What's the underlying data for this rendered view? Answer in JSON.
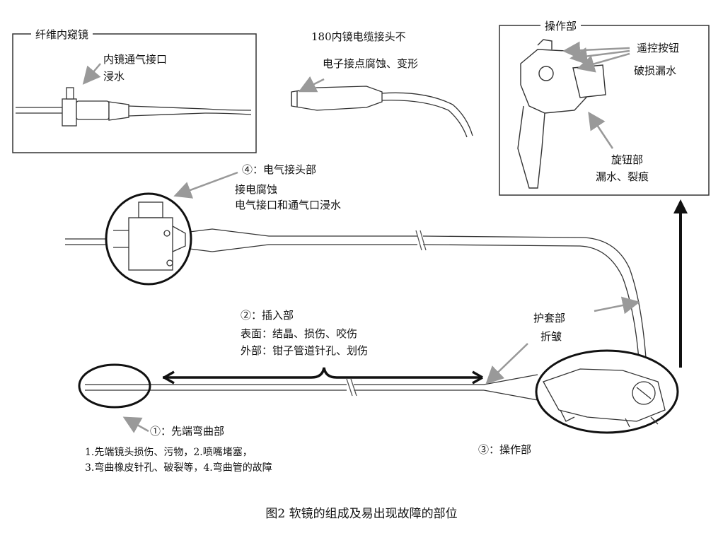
{
  "boxes": {
    "fiber": "纤维内窥镜",
    "operation": "操作部"
  },
  "labels": {
    "fiber_vent_line1": "内镜通气接口",
    "fiber_vent_line2": "浸水",
    "cable_title": "180内镜电缆接头不",
    "cable_sub": "电子接点腐蚀、变形",
    "remote_line1": "遥控按钮",
    "remote_line2": "破损漏水",
    "knob_line1": "旋钮部",
    "knob_line2": "漏水、裂痕",
    "elec_title": "④：电气接头部",
    "elec_line1": "接电腐蚀",
    "elec_line2": "电气接口和通气口浸水",
    "insert_title": "②：插入部",
    "insert_line1": "表面：结晶、损伤、咬伤",
    "insert_line2": "外部：钳子管道针孔、划伤",
    "sheath_line1": "护套部",
    "sheath_line2": "折皱",
    "tip_title": "①：先端弯曲部",
    "tip_line1": "1.先端镜头损伤、污物，2.喷嘴堵塞，",
    "tip_line2": "3.弯曲橡皮针孔、破裂等，4.弯曲管的故障",
    "op_title": "③：操作部"
  },
  "caption": "图2 软镜的组成及易出现故障的部位"
}
